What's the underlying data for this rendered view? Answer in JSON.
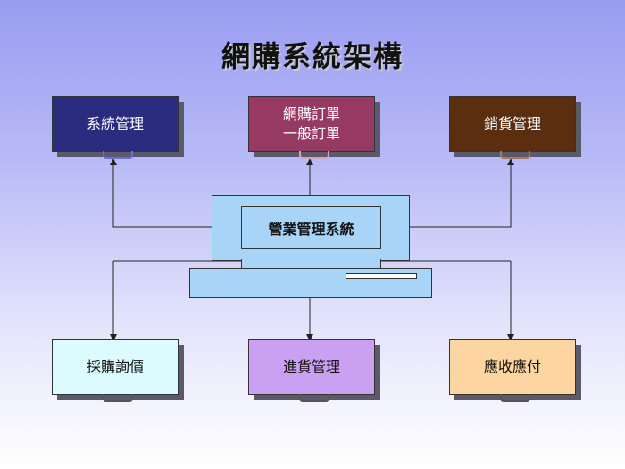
{
  "title": "網購系統架構",
  "center": {
    "label": "營業管理系統"
  },
  "top_nodes": [
    {
      "lines": [
        "系統管理"
      ]
    },
    {
      "lines": [
        "網購訂單",
        "一般訂單"
      ]
    },
    {
      "lines": [
        "銷貨管理"
      ]
    }
  ],
  "bottom_nodes": [
    {
      "lines": [
        "採購詢價"
      ]
    },
    {
      "lines": [
        "進貨管理"
      ]
    },
    {
      "lines": [
        "應收應付"
      ]
    }
  ],
  "colors": {
    "node_system": "#2b2b80",
    "node_orders": "#973a63",
    "node_sales": "#5c2e10",
    "node_purchase": "#dcfbff",
    "node_stock": "#caa0f3",
    "node_accounts": "#fdd5a0",
    "computer": "#a8d4f7"
  }
}
